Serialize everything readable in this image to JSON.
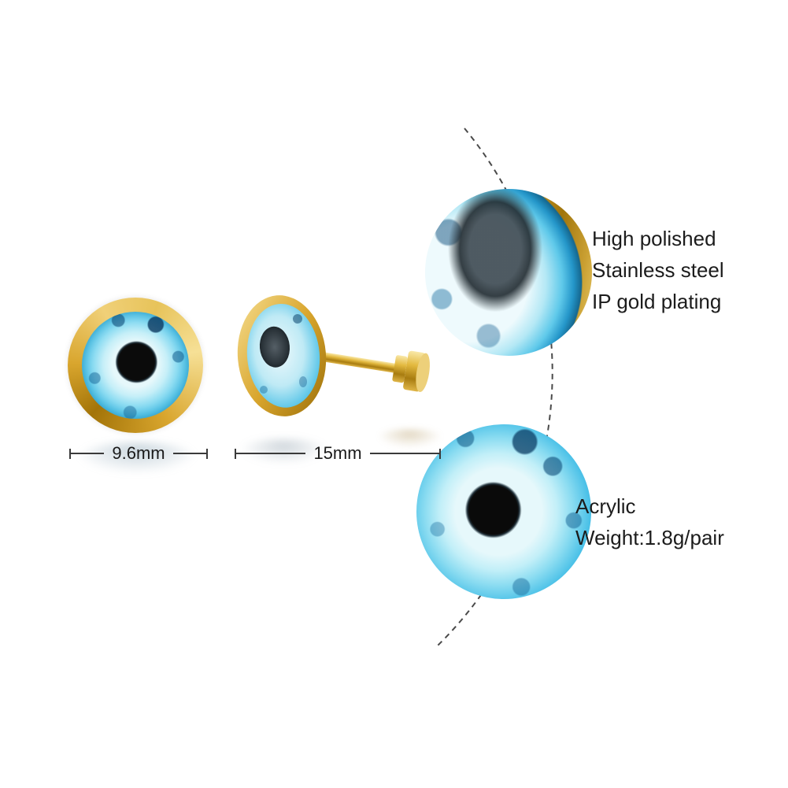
{
  "diagram": {
    "type": "product-specification",
    "subject": "evil eye stud earrings"
  },
  "dimensions": {
    "front_diameter": "9.6mm",
    "side_length": "15mm"
  },
  "annotations": {
    "material": [
      "High polished",
      "Stainless steel",
      "IP gold plating"
    ],
    "detail": [
      "Acrylic",
      "Weight:1.8g/pair"
    ]
  },
  "colors": {
    "background": "#ffffff",
    "gold": "#d9a62e",
    "gold_dark": "#a37408",
    "iris_blue": "#24a2d5",
    "iris_light": "#e6f8fb",
    "pupil_black": "#0b0b0b",
    "dimension_line": "#3a3a3a",
    "text": "#1c1c1c",
    "dashed_arc": "#4a4a4a"
  }
}
